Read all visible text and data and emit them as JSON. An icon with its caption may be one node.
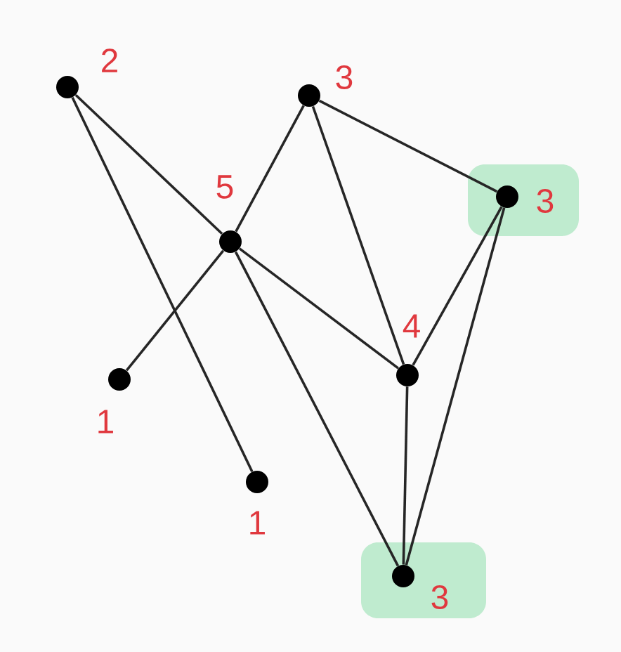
{
  "diagram": {
    "nodes": [
      {
        "text": [],
        "shape": "circle",
        "beside": [
          "2"
        ]
      },
      {
        "text": [],
        "shape": "circle",
        "beside": [
          "3"
        ]
      },
      {
        "text": [],
        "shape": "circle",
        "beside": [
          "3"
        ]
      },
      {
        "text": [],
        "shape": "circle",
        "beside": [
          "5"
        ]
      },
      {
        "text": [],
        "shape": "circle",
        "beside": [
          "4"
        ]
      },
      {
        "text": [],
        "shape": "circle",
        "beside": [
          "1"
        ]
      },
      {
        "text": [],
        "shape": "circle",
        "beside": [
          "1"
        ]
      },
      {
        "text": [],
        "shape": "circle",
        "beside": [
          "3"
        ]
      }
    ],
    "edges": [
      {
        "from": 0,
        "to": 3,
        "arrow": "none"
      },
      {
        "from": 0,
        "to": 6,
        "arrow": "none"
      },
      {
        "from": 1,
        "to": 3,
        "arrow": "none"
      },
      {
        "from": 1,
        "to": 2,
        "arrow": "none"
      },
      {
        "from": 1,
        "to": 4,
        "arrow": "none"
      },
      {
        "from": 3,
        "to": 5,
        "arrow": "none"
      },
      {
        "from": 3,
        "to": 4,
        "arrow": "none"
      },
      {
        "from": 3,
        "to": 7,
        "arrow": "none"
      },
      {
        "from": 2,
        "to": 4,
        "arrow": "none"
      },
      {
        "from": 2,
        "to": 7,
        "arrow": "none"
      },
      {
        "from": 4,
        "to": 7,
        "arrow": "none"
      }
    ]
  }
}
